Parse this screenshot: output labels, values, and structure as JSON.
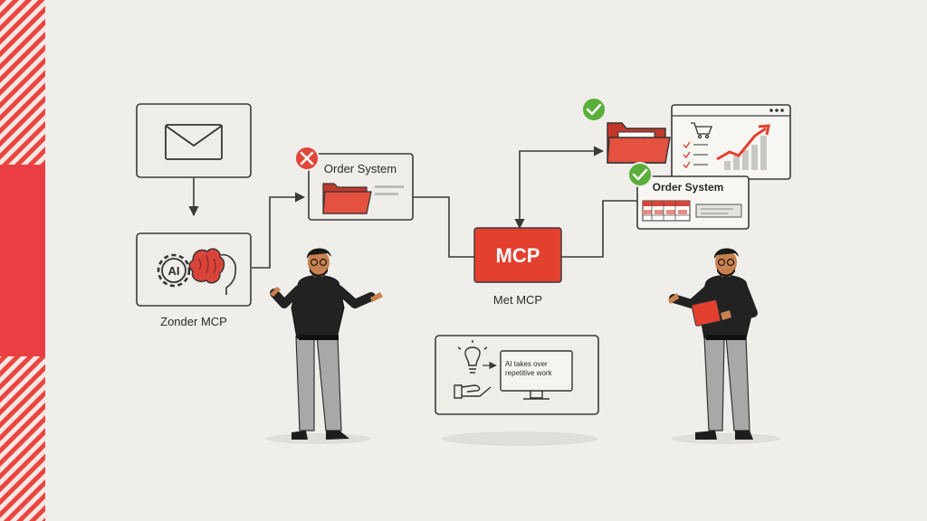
{
  "labels": {
    "order_system_left": "Order System",
    "order_system_right": "Order System",
    "mcp_box": "MCP",
    "met_mcp": "Met MCP",
    "zonder_mcp": "Zonder MCP",
    "ai_chip": "AI",
    "ai_takes_line1": "AI takes over",
    "ai_takes_line2": "repetitive work"
  },
  "icons": {
    "email": "envelope-icon",
    "ai_brain": "gear-brain-icon",
    "error": "x-circle-icon",
    "check": "check-circle-icon",
    "folder": "folder-icon",
    "cart": "cart-icon",
    "lightbulb": "lightbulb-icon",
    "hand": "hand-icon",
    "monitor": "monitor-icon"
  },
  "colors": {
    "background": "#efeeea",
    "accent_red": "#e3402f",
    "error_red": "#e2463a",
    "check_green": "#5aae3a",
    "box_fill": "#eeede7",
    "line": "#3a3a3a"
  }
}
